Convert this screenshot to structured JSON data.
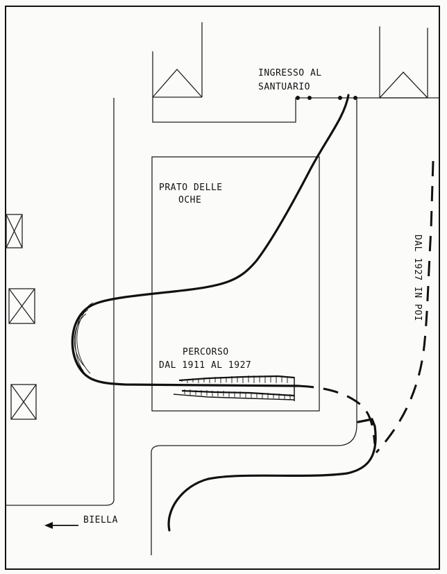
{
  "map": {
    "labels": {
      "entrance_line1": "INGRESSO AL",
      "entrance_line2": "SANTUARIO",
      "meadow_line1": "PRATO DELLE",
      "meadow_line2": "OCHE",
      "old_route_line1": "PERCORSO",
      "old_route_line2": "DAL 1911 AL 1927",
      "new_route": "DAL 1927 IN POI",
      "direction": "BIELLA"
    },
    "icons": [
      "building-roof-icon",
      "building-roof-icon",
      "building-box-icon",
      "building-box-icon",
      "building-box-icon",
      "arrow-left-icon"
    ]
  }
}
